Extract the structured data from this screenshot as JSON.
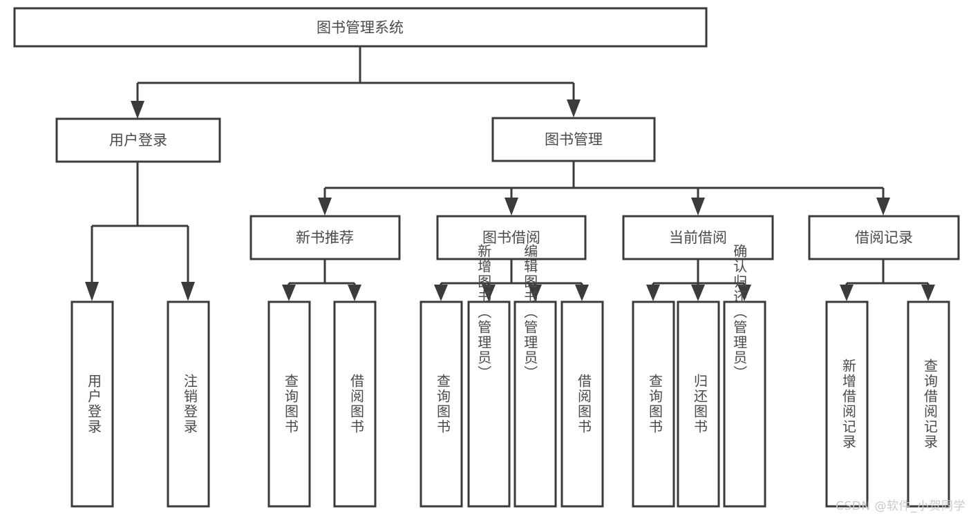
{
  "diagram": {
    "type": "tree",
    "title": "图书管理系统",
    "watermark": "CSDN @软件_小贺同学",
    "colors": {
      "box_stroke": "#3b3b3b",
      "box_fill": "#ffffff",
      "text": "#4a4a4a",
      "connector": "#3b3b3b",
      "watermark": "#c9c9c9",
      "background": "#ffffff"
    },
    "nodes": {
      "root": {
        "label": "图书管理系统"
      },
      "level2": [
        {
          "id": "user-login",
          "label": "用户登录"
        },
        {
          "id": "book-manage",
          "label": "图书管理"
        }
      ],
      "level3": [
        {
          "id": "new-book-recommend",
          "label": "新书推荐"
        },
        {
          "id": "book-borrow",
          "label": "图书借阅"
        },
        {
          "id": "current-borrow",
          "label": "当前借阅"
        },
        {
          "id": "borrow-record",
          "label": "借阅记录"
        }
      ],
      "leaves": {
        "user-login": [
          {
            "id": "leaf-user-login",
            "label": "用户登录"
          },
          {
            "id": "leaf-logout-login",
            "label": "注销登录"
          }
        ],
        "new-book-recommend": [
          {
            "id": "leaf-query-book-1",
            "label": "查询图书"
          },
          {
            "id": "leaf-borrow-book-1",
            "label": "借阅图书"
          }
        ],
        "book-borrow": [
          {
            "id": "leaf-query-book-2",
            "label": "查询图书"
          },
          {
            "id": "leaf-add-book",
            "label": "新增图书（管理员）"
          },
          {
            "id": "leaf-edit-book",
            "label": "编辑图书（管理员）"
          },
          {
            "id": "leaf-borrow-book-2",
            "label": "借阅图书"
          }
        ],
        "current-borrow": [
          {
            "id": "leaf-query-book-3",
            "label": "查询图书"
          },
          {
            "id": "leaf-return-book",
            "label": "归还图书"
          },
          {
            "id": "leaf-confirm-return",
            "label": "确认归还（管理员）"
          }
        ],
        "borrow-record": [
          {
            "id": "leaf-add-record",
            "label": "新增借阅记录"
          },
          {
            "id": "leaf-query-record",
            "label": "查询借阅记录"
          }
        ]
      }
    }
  }
}
